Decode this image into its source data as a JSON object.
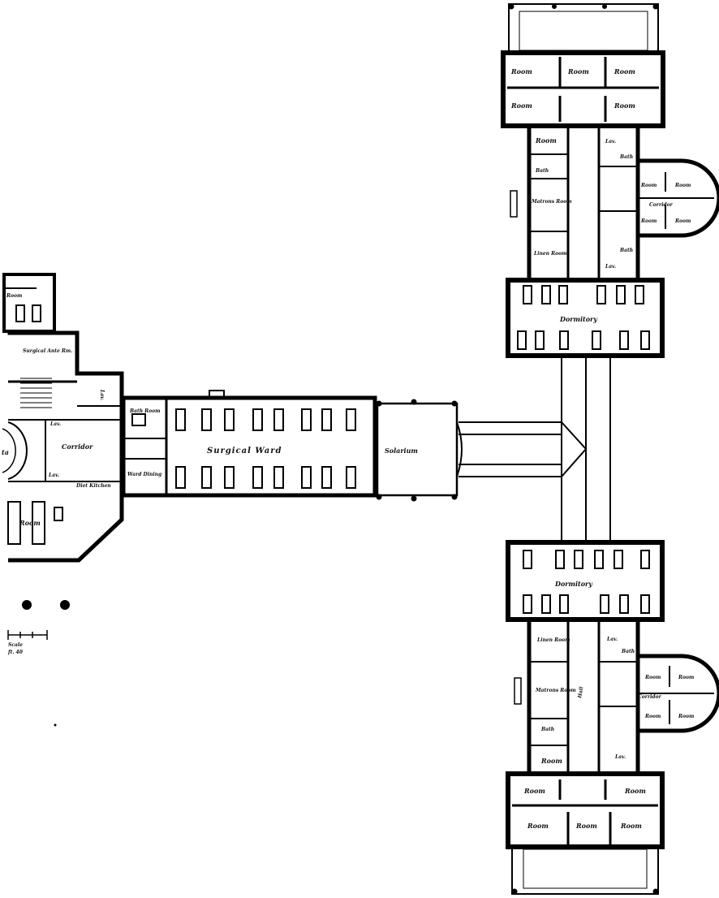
{
  "labels": {
    "north_porch_rooms": [
      "Room",
      "Room",
      "Room"
    ],
    "north_room_left": "Room",
    "north_room_right": "Room",
    "north_room": "Room",
    "north_lav": "Lav.",
    "north_lav_2": "Lav.",
    "north_bath": "Bath",
    "north_bath_2": "Bath",
    "north_bath_left": "Bath",
    "north_matrons_room": "Matrons Room",
    "north_linen_room": "Linen Room",
    "north_corridor": "Corridor",
    "north_semi_rooms": [
      "Room",
      "Room",
      "Room",
      "Room"
    ],
    "north_dormitory": "Dormitory",
    "south_dormitory": "Dormitory",
    "south_linen_room": "Linen Room",
    "south_lav": "Lav.",
    "south_lav_2": "Lav.",
    "south_bath": "Bath",
    "south_bath_left": "Bath",
    "south_matrons_room": "Matrons Room",
    "south_hall": "Hall",
    "south_corridor": "Corridor",
    "south_semi_rooms": [
      "Room",
      "Room",
      "Room",
      "Room"
    ],
    "south_room": "Room",
    "south_room_left": "Room",
    "south_room_right": "Room",
    "south_porch_rooms": [
      "Room",
      "Room",
      "Room"
    ],
    "surgical_ward": "Surgical Ward",
    "solarium": "Solarium",
    "corridor": "Corridor",
    "bath_room": "Bath Room",
    "ward_dining": "Ward Dining",
    "lav_left": "Lav.",
    "lav_right": "Lav.",
    "lav_lower": "Lav.",
    "diet_kitchen": "Diet Kitchen",
    "surgical_anteroom": "Surgical Ante Rm.",
    "room_left": "Room",
    "room_top_left": "Room",
    "rotunda_fragment": "ta",
    "scale_label": "Scale",
    "scale_fragment": "ft. 40"
  }
}
